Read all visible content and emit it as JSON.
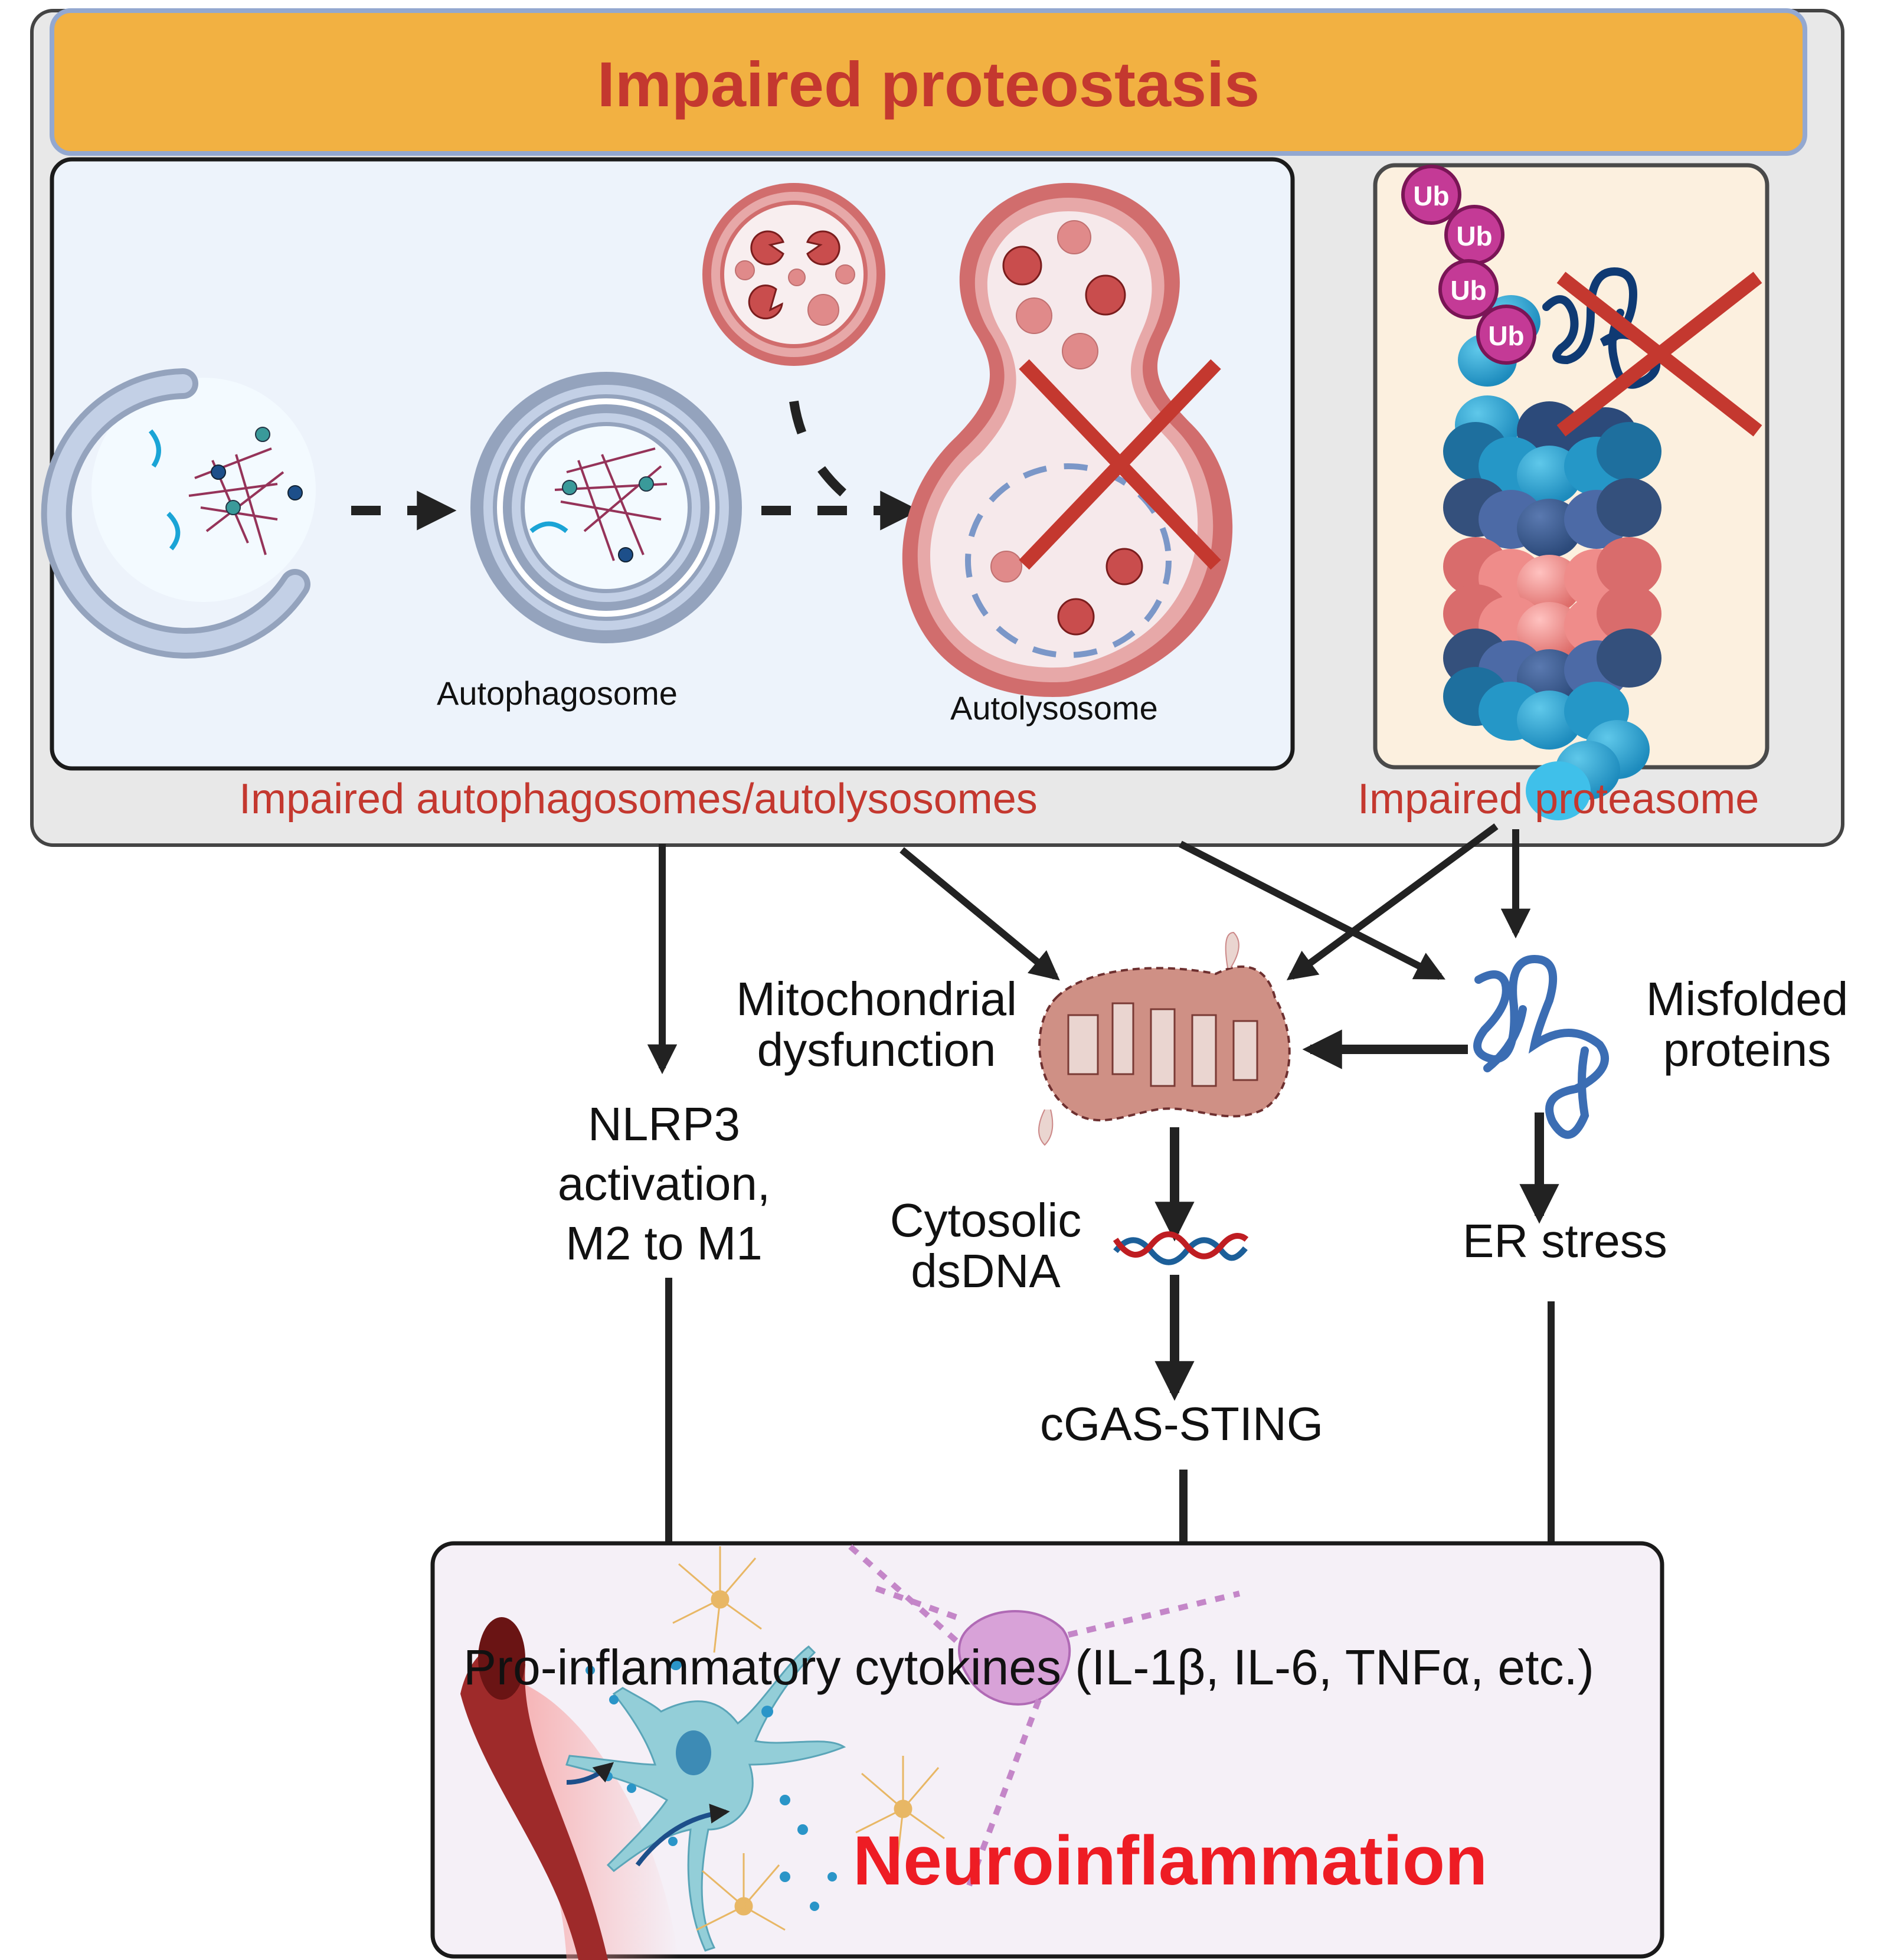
{
  "figure": {
    "title": "Impaired proteostasis",
    "panels": {
      "autophagy": {
        "caption": "Impaired autophagosomes/autolysosomes",
        "labels": {
          "autophagosome": "Autophagosome",
          "autolysosome": "Autolysosome"
        }
      },
      "proteasome": {
        "caption": "Impaired proteasome",
        "ubiquitin_tags": [
          "Ub",
          "Ub",
          "Ub",
          "Ub"
        ]
      }
    },
    "nodes": {
      "mito": [
        "Mitochondrial",
        "dysfunction"
      ],
      "misfolded": [
        "Misfolded",
        "proteins"
      ],
      "nlrp3": [
        "NLRP3",
        "activation,",
        "M2 to M1"
      ],
      "dsdna": [
        "Cytosolic",
        "dsDNA"
      ],
      "er_stress": "ER stress",
      "cgas": "cGAS-STING"
    },
    "outcome": {
      "cytokines": "Pro-inflammatory cytokines (IL-1β, IL-6, TNFα, etc.)",
      "title": "Neuroinflammation"
    },
    "colors": {
      "banner": "#f2b142",
      "banner_border": "#93a8d0",
      "title_red": "#c4382f",
      "neuro_red": "#ee1c24",
      "outer_bg": "#e8e8e8",
      "autophagy_bg": "#edf3fb",
      "proteasome_bg": "#fcf0df",
      "outcome_bg": "#f5f0f7",
      "arrow": "#222222"
    }
  }
}
